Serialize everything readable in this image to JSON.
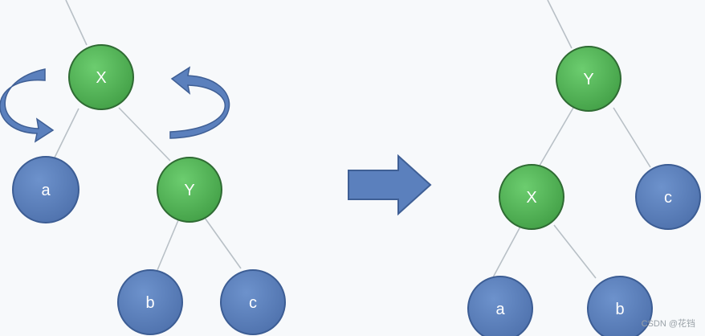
{
  "colors": {
    "green_fill": "#55b45a",
    "green_stroke": "#2f6b33",
    "blue_fill": "#5b7fba",
    "blue_stroke": "#3c5d94",
    "arrow_fill": "#5b80bd",
    "arrow_stroke": "#3f5f95",
    "edge": "#b8c0c6",
    "background": "#f7f9fb"
  },
  "before_tree": {
    "nodes": {
      "x": "X",
      "y": "Y",
      "a": "a",
      "b": "b",
      "c": "c"
    }
  },
  "after_tree": {
    "nodes": {
      "y": "Y",
      "x": "X",
      "c": "c",
      "a": "a",
      "b": "b"
    }
  },
  "watermark": "CSDN @花铛"
}
